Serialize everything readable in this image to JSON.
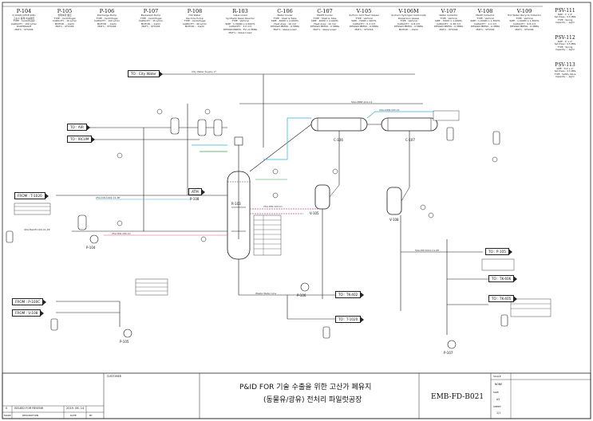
{
  "equipment_headers": [
    {
      "tag": "P-104",
      "desc": "P-104(P-105/P-106)\n고순수 용제 이송펌프\nTYPE : Centrifugal\nCAPACITY : 100 L/min\nDIAPHRAGM\nMAT'L : STS304"
    },
    {
      "tag": "P-105",
      "desc": "정제여과 펌프\nTYPE : Centrifugal\nCAPACITY : 10 L/min\nMOTOR : - kw/hr\nMAT'L : STS304"
    },
    {
      "tag": "P-106",
      "desc": "Discharge Pump\nTYPE : Centrifugal\nCAPACITY : 100 L/min\nMOTOR : - kw/hr\nMAT'L : STS304"
    },
    {
      "tag": "P-107",
      "desc": "Backwash Pump\nTYPE : Centrifugal\nCAPACITY : 15 L/min\nMOTOR : - kw/hr\nMAT'L : STS304"
    },
    {
      "tag": "P-108",
      "desc": "Hot Water\nRecircle Pump\nTYPE : Centrifugal\nCAPACITY : 90 L/min\nMOTOR : - kw/hr"
    },
    {
      "tag": "R-103",
      "desc": "Glass Lined\nSynthetic Resin Reactor\nTYPE : Vertical\nSIZE : 1,300ID x 2,000TL\nCAPACITY : 3.0 m3\nDESIGN PRESS : FV~0.5MPa\nMAT'L : Glass Lined"
    },
    {
      "tag": "C-106",
      "desc": "Water Cooler\nTYPE : Shell & Tube\nSIZE : 400ID x 2,000TL\nHeat Area : 10 m2\nDESIGN PRESS : 0.5MPa\nMAT'L : Glass Lined"
    },
    {
      "tag": "C-107",
      "desc": "MeOH Cooler\nTYPE : Shell & Tube\nSIZE : 400ID x 2,000TL\nHeat Area : 10 m2\nDESIGN PRESS : 0.5MPa\nMAT'L : Glass Lined"
    },
    {
      "tag": "V-105",
      "desc": "Sulfuric Acid Feed Vessel\nTYPE : Vertical\nSIZE : 700ID x 900TL\nCAPACITY : 0.3 m3\nDESIGN PRESS : 0.5MPa\nMAT'L : STS316"
    },
    {
      "tag": "V-106M",
      "desc": "Sodium Hydrogen Carbonate\nDispersion Vessel\nTYPE : Vertical\nCAPACITY : 0.8 m3\nDESIGN PRESS : 0.5MPa\nMOTOR : - kw/hr"
    },
    {
      "tag": "V-107",
      "desc": "Water Collector\nTYPE : Vertical\nSIZE : 700ID x 1,000TL\nCAPACITY : 0.38 m3\nDESIGN PRESS : 0.3MPa\nMAT'L : STS304"
    },
    {
      "tag": "V-108",
      "desc": "MeOH Collector\nTYPE : Vertical\nSIZE : 1,000ID x 1,300TL\nCAPACITY : 1.2 m3\nDESIGN PRESS : 0.3MPa\nMAT'L : STS304"
    },
    {
      "tag": "V-109",
      "desc": "Hot Water Recycle Collector\nTYPE : Vertical\nSIZE : 1,000ID x 1,300TL\nCAPACITY : 0.8 m3\nDESIGN PRESS : 0.3MPa\nMAT'L : STS304"
    }
  ],
  "psv": [
    {
      "tag": "PSV-111",
      "desc": "SIZE : 1\" x 2\"\nSet Press : 0.5 MPa\nTYPE : Spring\nCapacity : - kg/hr"
    },
    {
      "tag": "PSV-112",
      "desc": "SIZE : 1\" x 2\"\nSet Press : 0.5 MPa\nTYPE : Spring\nCapacity : - kg/hr"
    },
    {
      "tag": "PSV-113",
      "desc": "SIZE : 3/4\" x 1\"\nSet Press : 0.5 MPa\nTYPE : Safety Valve\nCapacity : - kg/hr"
    }
  ],
  "flags": {
    "city_water": "TO : City Water",
    "to_air": "TO : AIR",
    "to_ircum": "TO : IRCUM",
    "atm": "ATM",
    "from_t1020": "FROM : T-1020",
    "from_p100c": "FROM : P-100C",
    "from_v108": "FROM : V-108",
    "to_p105": "TO : P-105",
    "to_tk406": "TO : TK-406",
    "to_tk405": "TO : TK-405",
    "to_tk402": "TO : TK-402",
    "to_t1020": "TO : T-1020"
  },
  "equip_tags": {
    "r103": "R-103",
    "c106": "C-106",
    "c107": "C-107",
    "v105": "V-105",
    "p104": "P-104",
    "p105": "P-105",
    "p106": "P-106",
    "p107": "P-107",
    "p108": "P-108",
    "v108": "V-108"
  },
  "line_labels": [
    "City Water Supply 2\"",
    "25A-CW-1001-C1-PP",
    "50A-VENT-101-C1",
    "40A-MeOH-100-C1-PP",
    "25A-HW-103-C1",
    "50A-PW-1001-C1-PP",
    "25A-HW-105-C1",
    "20A-CWR-103-C1",
    "Waste Water Line"
  ],
  "title_block": {
    "title_line1": "P&ID FOR 기술 수출을 위한 고산가 폐유지",
    "title_line2": "(동물유/광유) 전처리 파일럿공장",
    "drawing_no": "EMB-FD-B021",
    "rev_mark": "0",
    "rev_desc": "ISSUED FOR REVIEW",
    "rev_date": "2019. 06. 14",
    "rev_by": "BY",
    "col_mark": "MARK",
    "col_description": "DESCRIPTION",
    "col_date": "DATE",
    "scale_label": "SCALE",
    "scale_value": "NONE",
    "size_label": "SIZE",
    "size_value": "A3",
    "sheet_label": "SHEET",
    "sheet_value": "1/1",
    "customer_label": "CUSTOMER"
  },
  "colors": {
    "line": "#1a1a1a",
    "cooling_water": "#2bb3d9",
    "hot_water": "#d94f8f",
    "steam": "#3aa24a",
    "paper": "#ffffff"
  }
}
